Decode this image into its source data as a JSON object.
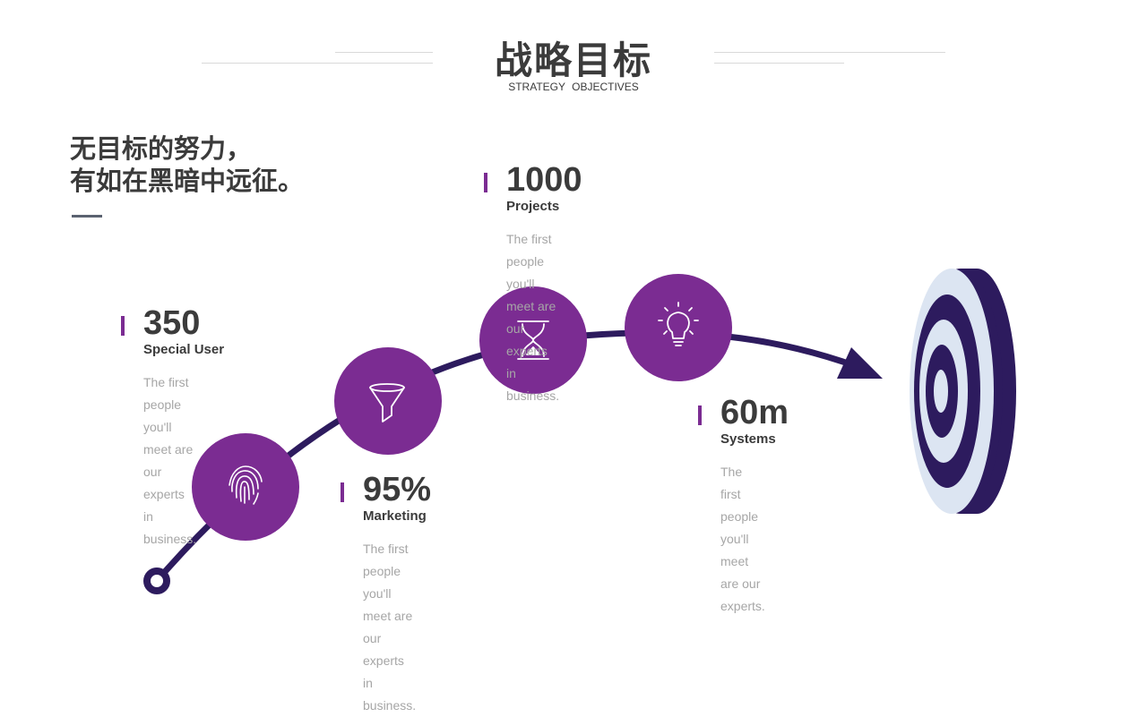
{
  "header": {
    "title_cn": "战略目标",
    "title_en": "STRATEGY  OBJECTIVES"
  },
  "slogan": {
    "line1": "无目标的努力，",
    "line2": "有如在黑暗中远征。"
  },
  "stats": [
    {
      "value": "350",
      "label": "Special User",
      "desc": [
        "The first people you'll",
        "meet are our experts in",
        "business."
      ],
      "icon": "fingerprint-icon"
    },
    {
      "value": "95%",
      "label": "Marketing",
      "desc": [
        "The first people you'll",
        "meet are our experts in",
        "business."
      ],
      "icon": "funnel-icon"
    },
    {
      "value": "1000",
      "label": "Projects",
      "desc": [
        "The first people you'll meet are",
        "our experts in business."
      ],
      "icon": "hourglass-icon"
    },
    {
      "value": "60m",
      "label": "Systems",
      "desc": [
        "The first people you'll meet",
        "are our experts."
      ],
      "icon": "lightbulb-icon"
    }
  ],
  "colors": {
    "accent_purple": "#7b2c92",
    "path_navy": "#2d1b5e",
    "target_light": "#dce5f2",
    "text_dark": "#3b3b3b",
    "text_gray": "#a6a6a6"
  }
}
